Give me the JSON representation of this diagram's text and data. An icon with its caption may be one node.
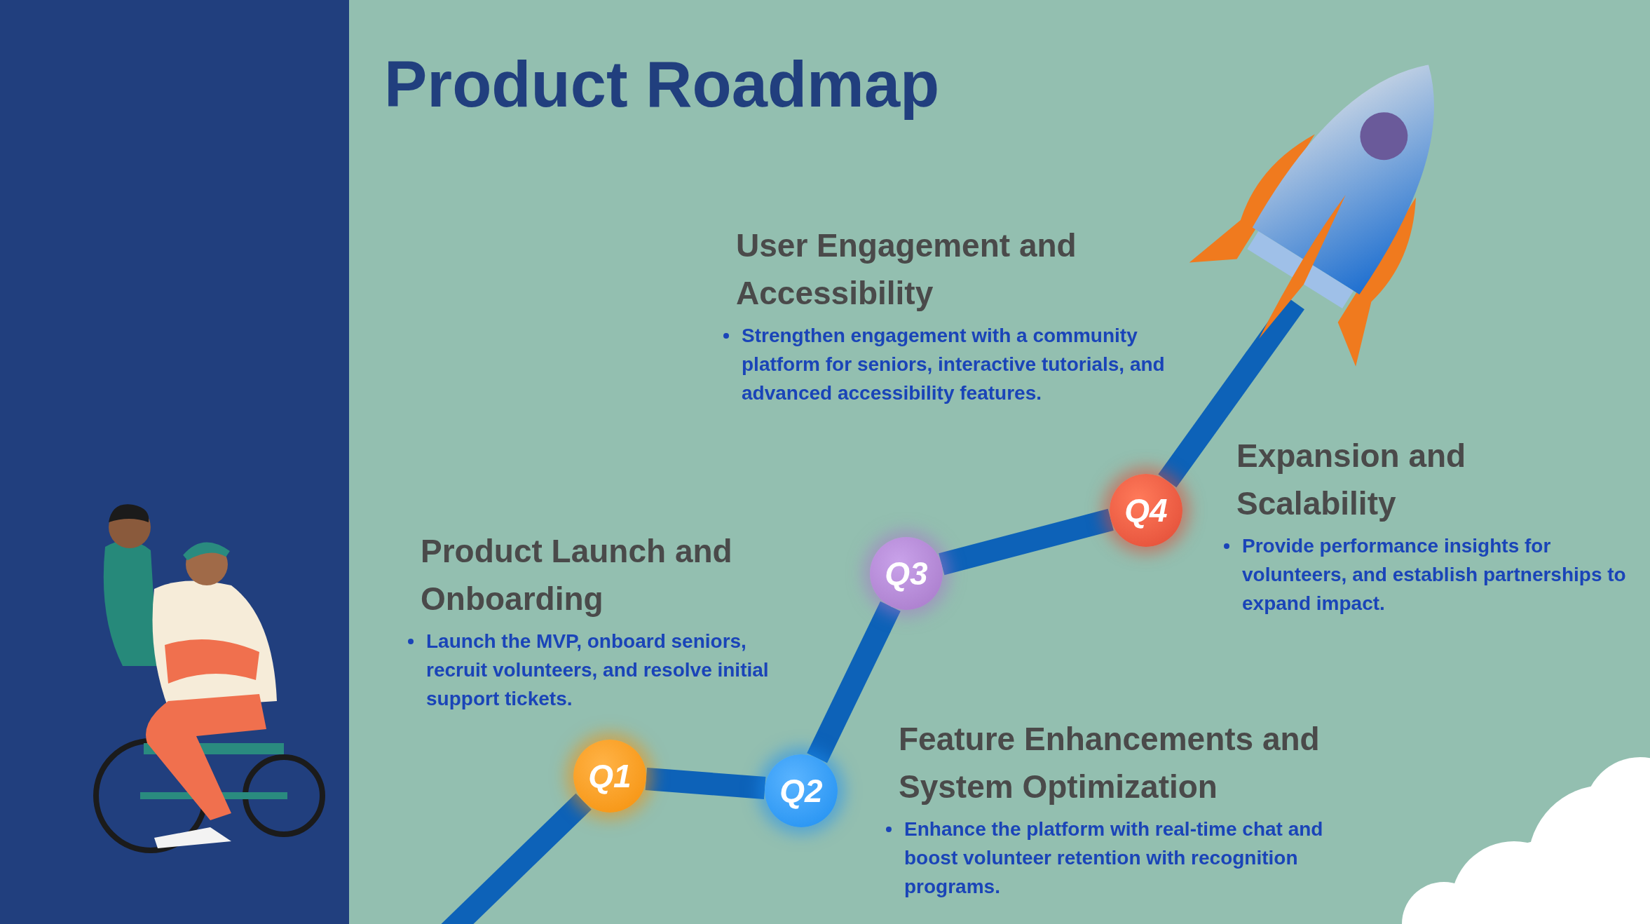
{
  "diagram": {
    "title": "Product Roadmap",
    "nodes": [
      {
        "text": [
          "Q1"
        ],
        "beside": [
          "Product Launch and Onboarding",
          "Launch the MVP, onboard seniors, recruit volunteers, and resolve initial support tickets."
        ]
      },
      {
        "text": [
          "Q2"
        ],
        "beside": [
          "Feature Enhancements and System Optimization",
          "Enhance the platform with real-time chat and boost volunteer retention with recognition programs."
        ]
      },
      {
        "text": [
          "Q3"
        ],
        "beside": [
          "User Engagement and Accessibility",
          "Strengthen engagement with a community platform for seniors, interactive tutorials, and advanced accessibility features."
        ]
      },
      {
        "text": [
          "Q4"
        ],
        "beside": [
          "Expansion and Scalability",
          "Provide performance insights for volunteers, and establish partnerships to expand impact."
        ]
      },
      {
        "text": [],
        "shape": "picture"
      }
    ],
    "edges": [
      {
        "from": null,
        "to": 0,
        "arrow": "none"
      },
      {
        "from": 0,
        "to": 1,
        "arrow": "none"
      },
      {
        "from": 1,
        "to": 2,
        "arrow": "none"
      },
      {
        "from": 2,
        "to": 3,
        "arrow": "none"
      },
      {
        "from": 3,
        "to": 4,
        "arrow": "none"
      }
    ]
  }
}
